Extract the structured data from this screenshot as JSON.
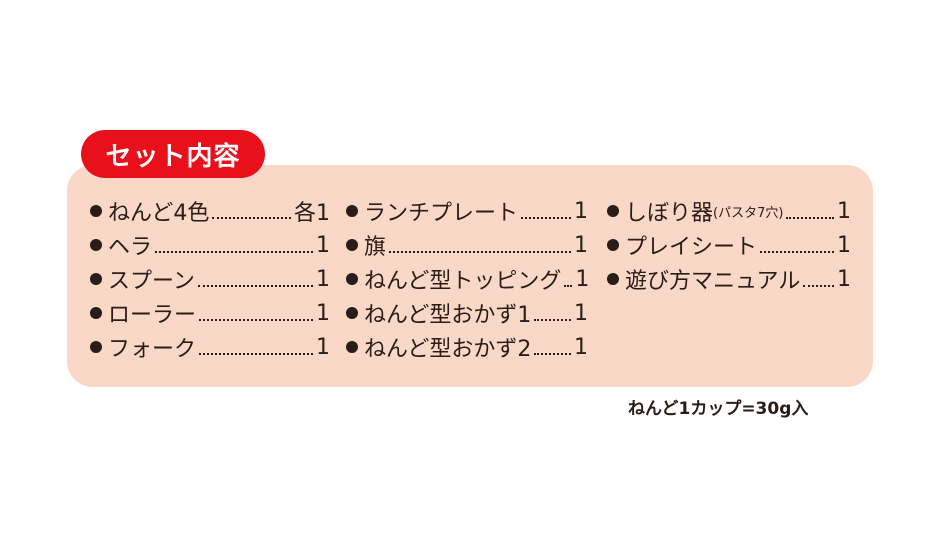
{
  "title": "セット内容",
  "columns": [
    [
      {
        "name": "ねんど4色",
        "qty": "各1"
      },
      {
        "name": "ヘラ",
        "qty": "1"
      },
      {
        "name": "スプーン",
        "qty": "1"
      },
      {
        "name": "ローラー",
        "qty": "1"
      },
      {
        "name": "フォーク",
        "qty": "1"
      }
    ],
    [
      {
        "name": "ランチプレート",
        "qty": "1"
      },
      {
        "name": "旗",
        "qty": "1"
      },
      {
        "name": "ねんど型トッピング",
        "qty": "1"
      },
      {
        "name": "ねんど型おかず1",
        "qty": "1"
      },
      {
        "name": "ねんど型おかず2",
        "qty": "1"
      }
    ],
    [
      {
        "name": "しぼり器",
        "note": "(パスタ7穴)",
        "qty": "1"
      },
      {
        "name": "プレイシート",
        "qty": "1"
      },
      {
        "name": "遊び方マニュアル",
        "qty": "1"
      }
    ]
  ],
  "footnote": "ねんど1カップ=30g入",
  "colors": {
    "badge": "#e8101a",
    "panel": "#f9d8c8",
    "text": "#2a1c16"
  }
}
